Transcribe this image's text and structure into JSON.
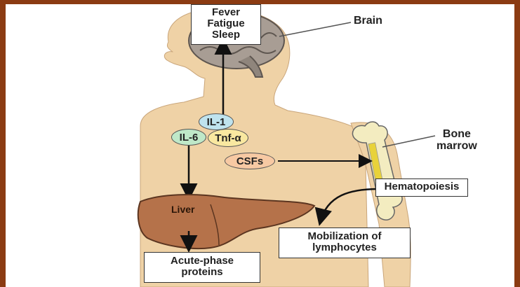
{
  "colors": {
    "frame": "#8b3b12",
    "skin": "#efd2a6",
    "liver": "#b5724a",
    "il1": "#bfe3ee",
    "il6": "#bfe8c8",
    "tnf": "#f9e8a0",
    "csfs": "#f7c9a3",
    "bone": "#f3ecc0",
    "marrow": "#e8d23a"
  },
  "boxes": {
    "brain_effects": [
      "Fever",
      "Fatigue",
      "Sleep"
    ],
    "hematopoiesis": "Hematopoiesis",
    "mobilization": [
      "Mobilization of",
      "lymphocytes"
    ],
    "acute_phase": [
      "Acute-phase",
      "proteins"
    ]
  },
  "cytokines": {
    "il1": "IL-1",
    "il6": "IL-6",
    "tnf": "Tnf-α",
    "csfs": "CSFs"
  },
  "labels": {
    "brain": "Brain",
    "bone_marrow": [
      "Bone",
      "marrow"
    ],
    "liver": "Liver"
  },
  "icons": [
    "brain-icon",
    "bone-icon",
    "liver-icon",
    "human-silhouette"
  ]
}
